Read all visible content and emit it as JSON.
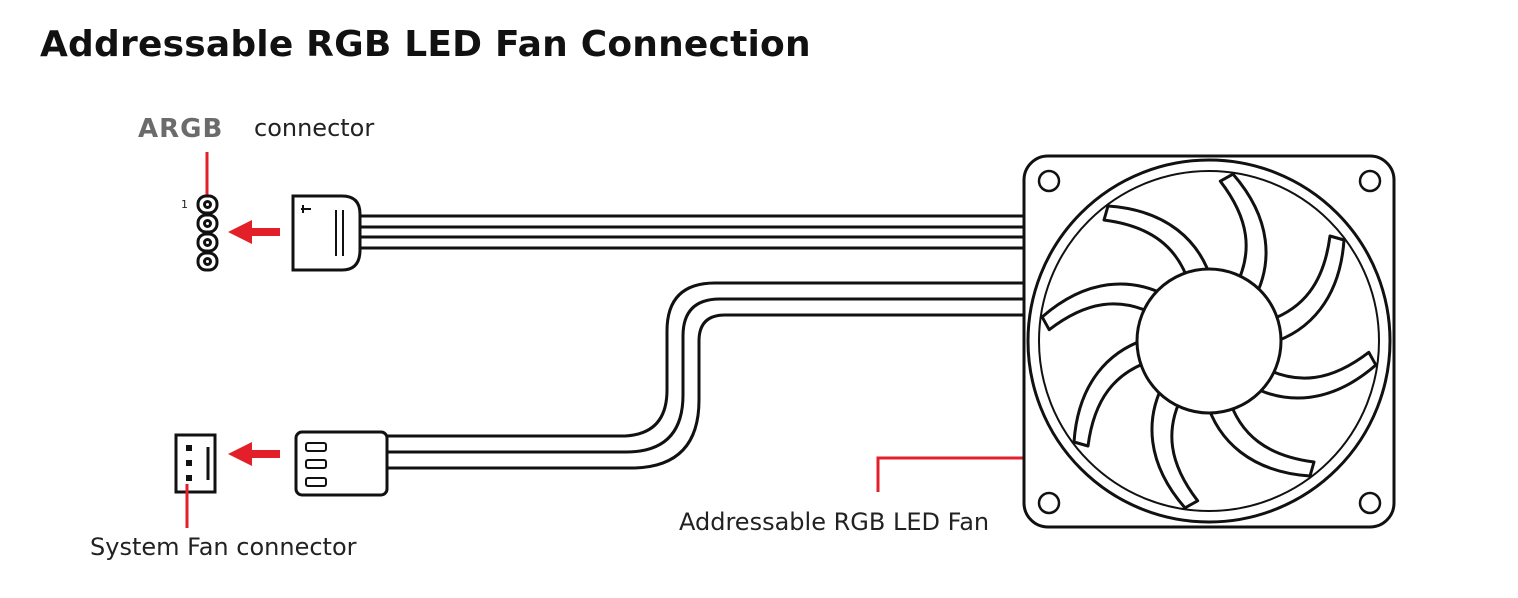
{
  "title": "Addressable RGB LED Fan Connection",
  "argb_header": {
    "bold_label": "ARGB",
    "label": "connector",
    "pin_number": "1"
  },
  "system_fan": {
    "label": "System Fan connector"
  },
  "fan": {
    "label": "Addressable RGB LED Fan"
  },
  "colors": {
    "accent": "#e3202a",
    "stroke": "#111111",
    "muted_label": "#6b6b6b"
  }
}
